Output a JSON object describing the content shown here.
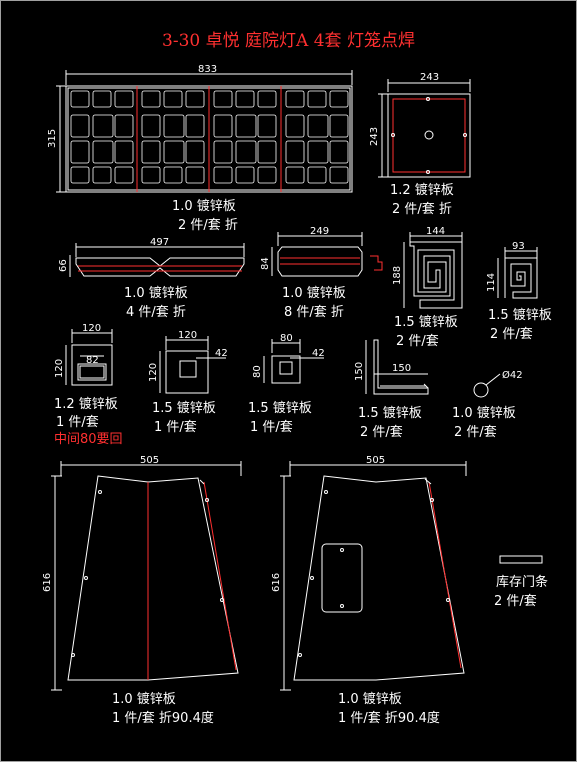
{
  "title": "3-30 卓悦 庭院灯A  4套 灯笼点焊",
  "colors": {
    "background": "#000000",
    "line": "#ffffff",
    "accent": "#ff3030"
  },
  "parts": [
    {
      "id": "p1",
      "dims": [
        "833",
        "315"
      ],
      "material": "1.0 镀锌板",
      "qty": "2 件/套 折"
    },
    {
      "id": "p2",
      "dims": [
        "243",
        "243"
      ],
      "material": "1.2 镀锌板",
      "qty": "2 件/套 折"
    },
    {
      "id": "p3",
      "dims": [
        "497",
        "66"
      ],
      "material": "1.0 镀锌板",
      "qty": "4 件/套 折"
    },
    {
      "id": "p4",
      "dims": [
        "249",
        "84"
      ],
      "material": "1.0 镀锌板",
      "qty": "8 件/套 折"
    },
    {
      "id": "p5",
      "dims": [
        "144",
        "188"
      ],
      "material": "1.5 镀锌板",
      "qty": "2 件/套"
    },
    {
      "id": "p6",
      "dims": [
        "93",
        "114"
      ],
      "material": "1.5 镀锌板",
      "qty": "2 件/套"
    },
    {
      "id": "p7",
      "dims": [
        "120",
        "120",
        "82"
      ],
      "material": "1.2 镀锌板",
      "qty": "1 件/套",
      "note": "中间80要回"
    },
    {
      "id": "p8",
      "dims": [
        "120",
        "42",
        "120"
      ],
      "material": "1.5 镀锌板",
      "qty": "1 件/套"
    },
    {
      "id": "p9",
      "dims": [
        "80",
        "42",
        "80"
      ],
      "material": "1.5 镀锌板",
      "qty": "1 件/套"
    },
    {
      "id": "p10",
      "dims": [
        "150",
        "150"
      ],
      "material": "1.5 镀锌板",
      "qty": "2 件/套"
    },
    {
      "id": "p11",
      "dims": [
        "Ø42"
      ],
      "material": "1.0 镀锌板",
      "qty": "2 件/套"
    },
    {
      "id": "p12",
      "dims": [
        "505",
        "616"
      ],
      "material": "1.0 镀锌板",
      "qty": "1 件/套 折90.4度"
    },
    {
      "id": "p13",
      "dims": [
        "505",
        "616"
      ],
      "material": "1.0 镀锌板",
      "qty": "1 件/套 折90.4度"
    },
    {
      "id": "p14",
      "dims": [],
      "material": "库存门条",
      "qty": "2 件/套"
    }
  ]
}
